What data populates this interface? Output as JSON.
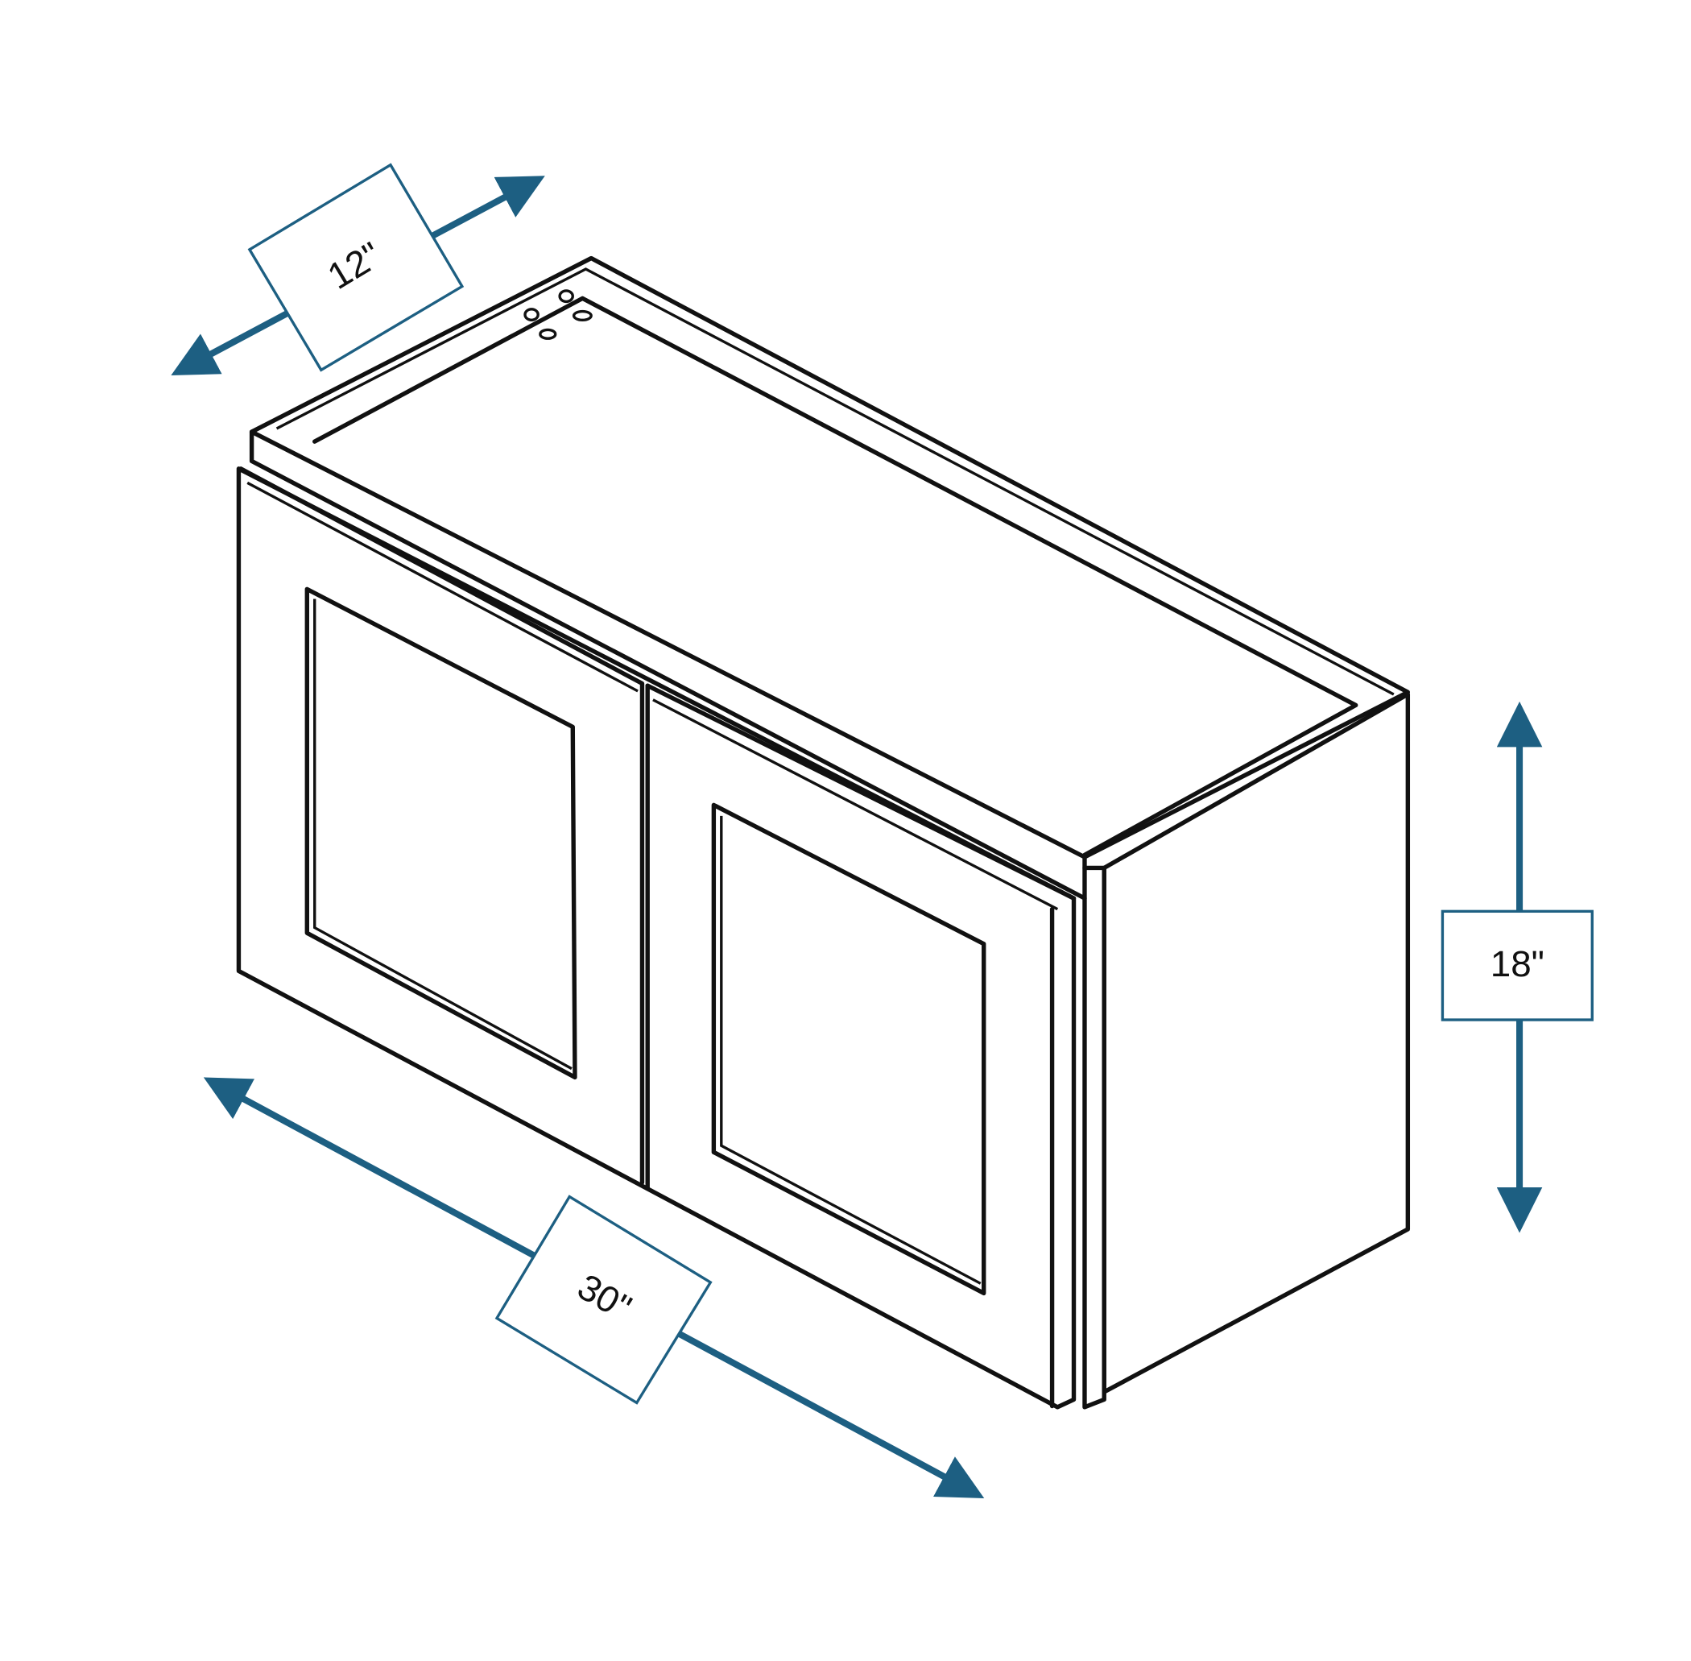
{
  "dimensions": {
    "depth": "12\"",
    "width": "30\"",
    "height": "18\""
  },
  "colors": {
    "dimension": "#1d5f82",
    "outline": "#111111"
  }
}
